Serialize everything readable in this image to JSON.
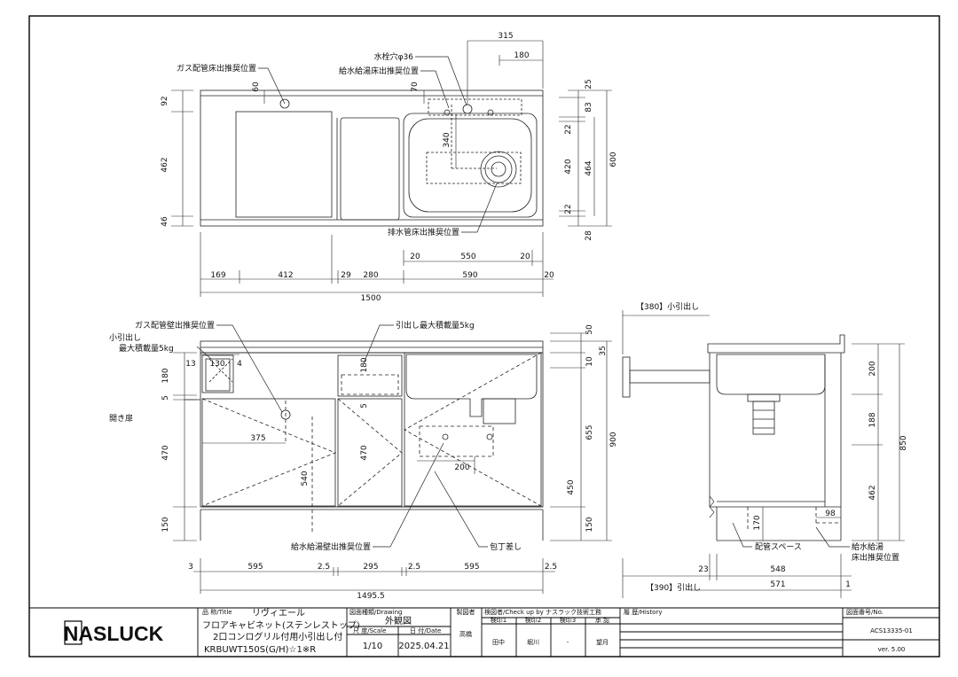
{
  "plan_view": {
    "labels": {
      "gas_pipe_floor": "ガス配管床出推奨位置",
      "faucet_hole": "水栓穴φ36",
      "water_floor": "給水給湯床出推奨位置",
      "drain_floor": "排水管床出推奨位置"
    },
    "dims": {
      "top_315": "315",
      "top_180": "180",
      "left_92": "92",
      "left_462": "462",
      "left_46": "46",
      "v_60": "60",
      "v_70": "70",
      "v_340": "340",
      "r_25": "25",
      "r_83": "83",
      "r_22a": "22",
      "r_420": "420",
      "r_22b": "22",
      "r_28": "28",
      "r_464": "464",
      "r_600": "600",
      "h_20a": "20",
      "h_550": "550",
      "h_20b": "20",
      "b_169": "169",
      "b_412": "412",
      "b_29": "29",
      "b_280": "280",
      "b_590": "590",
      "b_20": "20",
      "total": "1500"
    }
  },
  "front_view": {
    "labels": {
      "gas_wall": "ガス配管壁出推奨位置",
      "small_drawer": "小引出し",
      "small_drawer_load": "最大積載量5kg",
      "drawer_load": "引出し最大積載量5kg",
      "hinged_door": "開き扉",
      "water_wall": "給水給湯壁出推奨位置",
      "knife_rack": "包丁差し"
    },
    "dims": {
      "d_13": "13",
      "d_130": "130",
      "d_4": "4",
      "d_180l": "180",
      "d_5l": "5",
      "d_470l": "470",
      "d_150l": "150",
      "d_375": "375",
      "d_540": "540",
      "d_180m": "180",
      "d_5m": "5",
      "d_470m": "470",
      "d_200": "200",
      "d_50": "50",
      "d_10": "10",
      "d_35": "35",
      "d_655": "655",
      "d_450": "450",
      "d_150r": "150",
      "d_900": "900",
      "b_3": "3",
      "b_595a": "595",
      "b_25a": "2.5",
      "b_295": "295",
      "b_25b": "2.5",
      "b_595b": "595",
      "b_25c": "2.5",
      "total": "1495.5"
    }
  },
  "side_view": {
    "labels": {
      "drawer_out_380": "【380】小引出し",
      "piping_space": "配管スペース",
      "water_floor_1": "給水給湯",
      "water_floor_2": "床出推奨位置",
      "drawer_out_390": "【390】引出し"
    },
    "dims": {
      "d_200": "200",
      "d_188": "188",
      "d_850": "850",
      "d_462": "462",
      "d_170": "170",
      "d_98": "98",
      "d_23": "23",
      "d_548": "548",
      "d_571": "571",
      "d_1": "1"
    }
  },
  "title_block": {
    "logo": "NASLUCK",
    "title_caption": "品 称/Title",
    "title_name": "リヴィエール",
    "title_line2": "フロアキャビネット(ステンレストップ)",
    "title_line3": "2口コンログリル付用小引出し付",
    "title_line4": "KRBUWT150S(G/H)☆1※R",
    "drawing_caption": "図面種類/Drawing",
    "drawing_value": "外観図",
    "scale_caption": "尺 度/Scale",
    "scale_value": "1/10",
    "date_caption": "日 付/Date",
    "date_value": "2025.04.21",
    "drafter_caption": "製図者",
    "drafter_value": "高橋",
    "check_caption": "検図者/Check up by ナスラック技術工務",
    "check_h1": "検印1",
    "check_h2": "検印2",
    "check_h3": "検印3",
    "check_h4": "承 認",
    "check_v1": "田中",
    "check_v2": "堀川",
    "check_v3": "-",
    "check_v4": "望月",
    "history_caption": "履 歴/History",
    "no_caption": "図面番号/No.",
    "no_value": "ACS13335-01",
    "version": "ver. 5.00"
  }
}
